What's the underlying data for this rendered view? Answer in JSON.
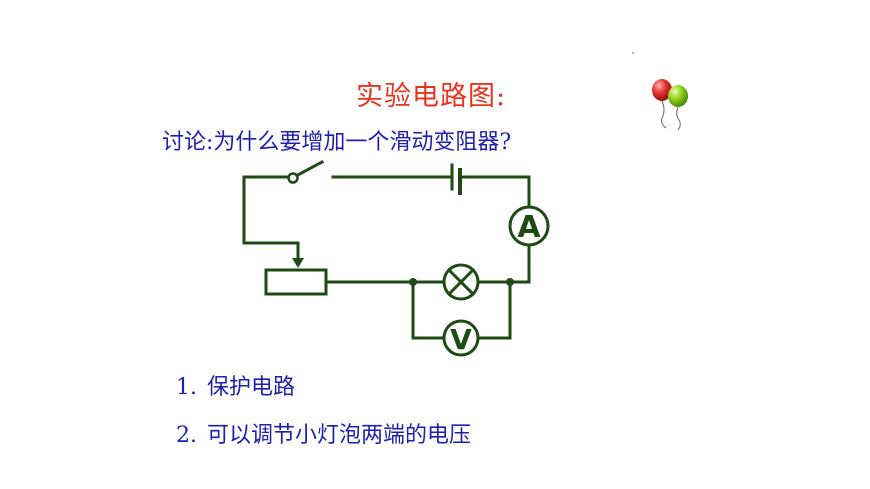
{
  "title": "实验电路图:",
  "question": "讨论:为什么要增加一个滑动变阻器?",
  "answers": [
    {
      "num": "1.",
      "text": "保护电路"
    },
    {
      "num": "2.",
      "text": "可以调节小灯泡两端的电压"
    }
  ],
  "meter_labels": {
    "ammeter": "A",
    "voltmeter": "V"
  },
  "colors": {
    "wire": "#1e4a14",
    "title": "#e8331f",
    "text": "#1f1fb0"
  }
}
